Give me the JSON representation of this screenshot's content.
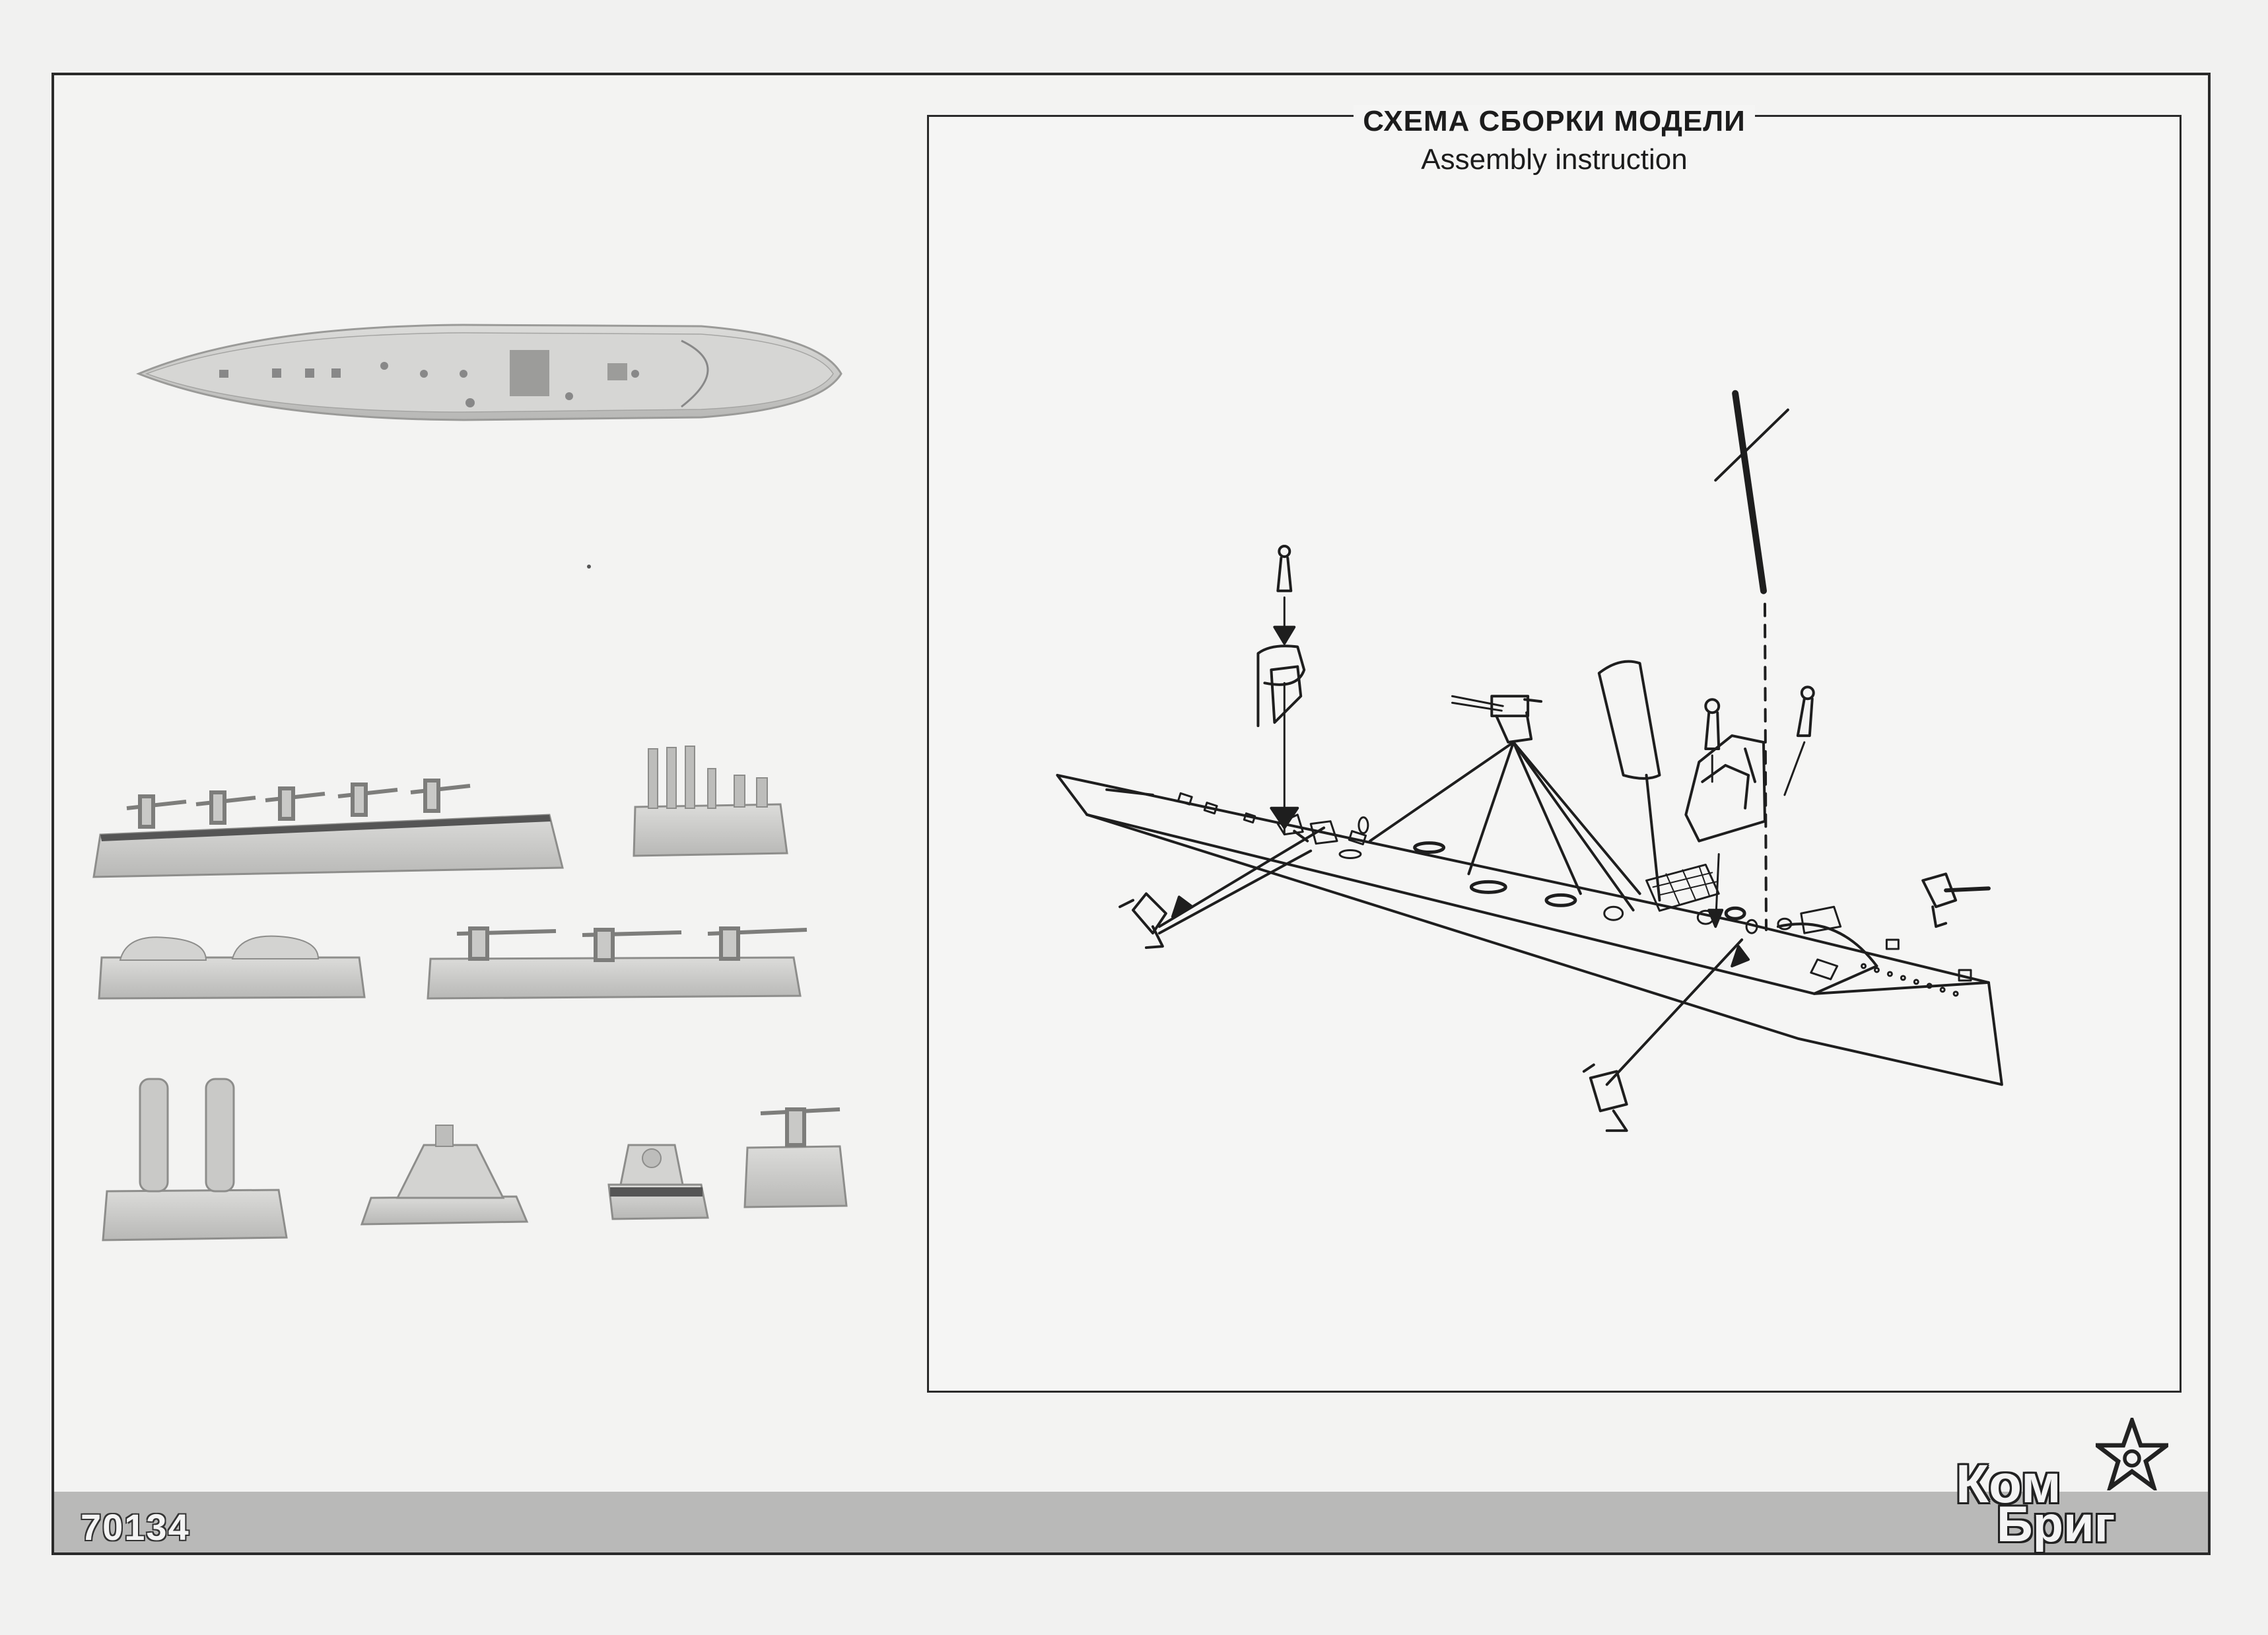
{
  "assembly": {
    "title_ru": "СХЕМА СБОРКИ МОДЕЛИ",
    "title_en": "Assembly instruction"
  },
  "footer": {
    "kit_number": "70134",
    "brand_line1": "Ком",
    "brand_line2": "Бриг"
  },
  "colors": {
    "page": "#f1f1f0",
    "line": "#1e1e1e",
    "part": "#cfcfcd",
    "footer_bar": "#b9b9b8"
  }
}
